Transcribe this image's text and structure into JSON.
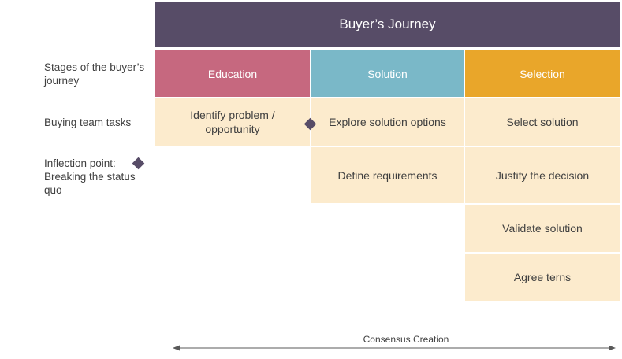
{
  "title": "Buyer’s Journey",
  "row_labels": {
    "stages": "Stages of the buyer’s journey",
    "tasks": "Buying  team tasks",
    "inflection": "Inflection point: Breaking the status quo"
  },
  "stages": {
    "education": "Education",
    "solution": "Solution",
    "selection": "Selection"
  },
  "tasks": {
    "identify": "Identify problem / opportunity",
    "explore": "Explore solution options",
    "select": "Select solution",
    "define": "Define requirements",
    "justify": "Justify the decision",
    "validate": "Validate solution",
    "agree": "Agree terns"
  },
  "consensus": "Consensus Creation",
  "colors": {
    "header": "#574c67",
    "education": "#c6687f",
    "solution": "#7ab8c8",
    "selection": "#e9a62a",
    "task_fill": "#fcebcd",
    "marker": "#574c67"
  },
  "icons": {
    "inflection_marker": "diamond-icon"
  }
}
